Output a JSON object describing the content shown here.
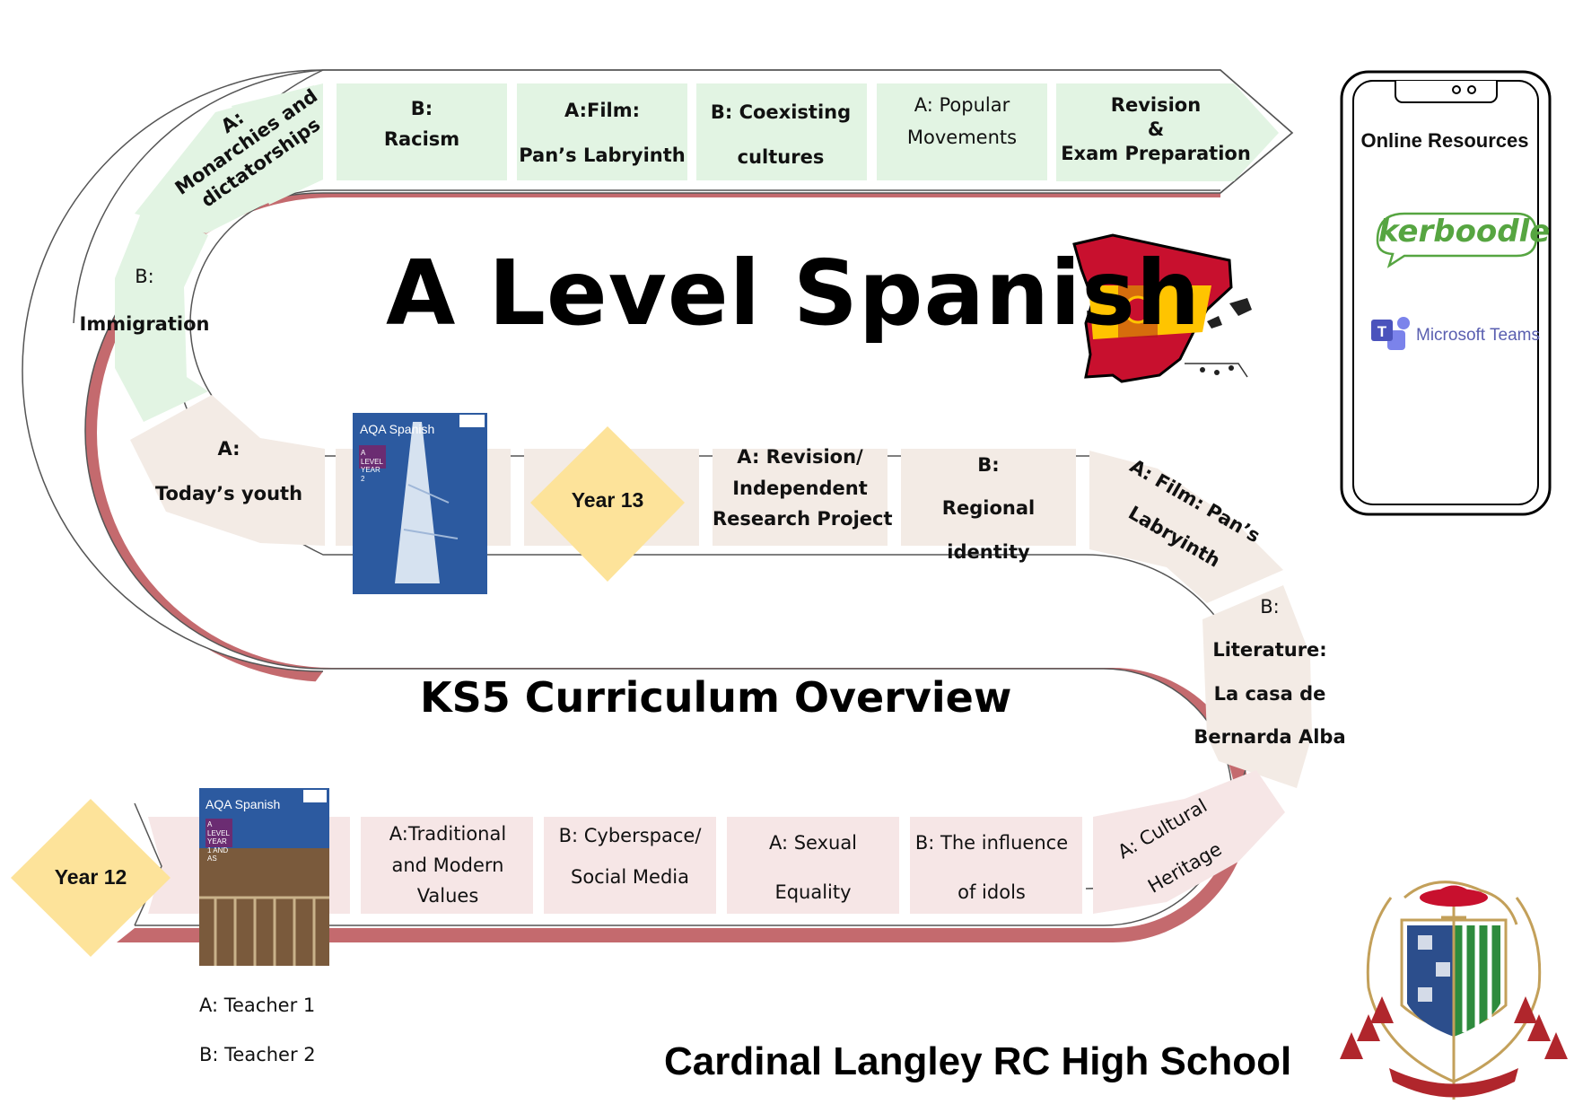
{
  "title": "A Level Spanish",
  "subtitle": "KS5 Curriculum Overview",
  "school_name": "Cardinal Langley RC High School",
  "colors": {
    "path_border": "#c46a6e",
    "top_row": "#e2f4e3",
    "middle_row": "#f3ebe5",
    "bottom_row": "#f6e6e6",
    "year_marker": "#fde39a",
    "book_blue": "#2c5aa0",
    "kerboodle_green": "#56a541",
    "teams_purple": "#5059c9"
  },
  "online_resources": {
    "title": "Online Resources",
    "kerboodle": "kerboodle",
    "teams": "Microsoft Teams"
  },
  "year_markers": {
    "year12": "Year 12",
    "year13": "Year 13"
  },
  "teachers": {
    "a": "A: Teacher 1",
    "b": "B: Teacher 2"
  },
  "books": {
    "year1": {
      "brand": "AQA Spanish",
      "level": "A LEVEL YEAR 1 AND AS"
    },
    "year2": {
      "brand": "AQA Spanish",
      "level": "A LEVEL YEAR 2"
    }
  },
  "topics": {
    "traditional_values": [
      "A:Traditional",
      "and Modern",
      "Values"
    ],
    "cyberspace": [
      "B: Cyberspace/",
      "Social Media"
    ],
    "sexual_equality": [
      "A: Sexual",
      "Equality"
    ],
    "influence_idols": [
      "B: The influence",
      "of idols"
    ],
    "cultural_heritage": [
      "A: Cultural",
      "Heritage"
    ],
    "literature": [
      "B:",
      "Literature:",
      "La casa de",
      "Bernarda Alba"
    ],
    "film_pans_y12": [
      "A: Film: Pan’s",
      "Labryinth"
    ],
    "regional_identity": [
      "B:",
      "Regional",
      "identity"
    ],
    "revision_project": [
      "A: Revision/",
      "Independent",
      "Research Project"
    ],
    "todays_youth": [
      "A:",
      "Today’s youth"
    ],
    "immigration": [
      "B:",
      "Immigration"
    ],
    "monarchies": [
      "A:",
      "Monarchies and",
      "dictatorships"
    ],
    "racism": [
      "B:",
      "Racism"
    ],
    "film_pans_y13": [
      "A:Film:",
      "Pan’s Labryinth"
    ],
    "coexisting": [
      "B: Coexisting",
      "cultures"
    ],
    "popular_movements": [
      "A: Popular",
      "Movements"
    ],
    "revision_exam": [
      "Revision",
      "&",
      "Exam Preparation"
    ]
  }
}
